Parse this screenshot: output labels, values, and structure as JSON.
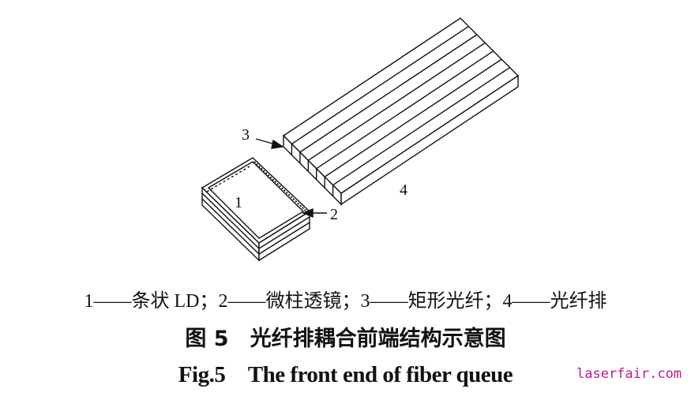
{
  "figure": {
    "labels": {
      "l1": "1",
      "l2": "2",
      "l3": "3",
      "l4": "4"
    },
    "legend": "1——条状 LD；2——微柱透镜；3——矩形光纤；4——光纤排",
    "caption_cn": "图 5　光纤排耦合前端结构示意图",
    "caption_en": "Fig.5　The front end of fiber queue",
    "fiber_count": 7
  },
  "watermark": {
    "text": "laserfair.com",
    "color": "#c0188c"
  }
}
